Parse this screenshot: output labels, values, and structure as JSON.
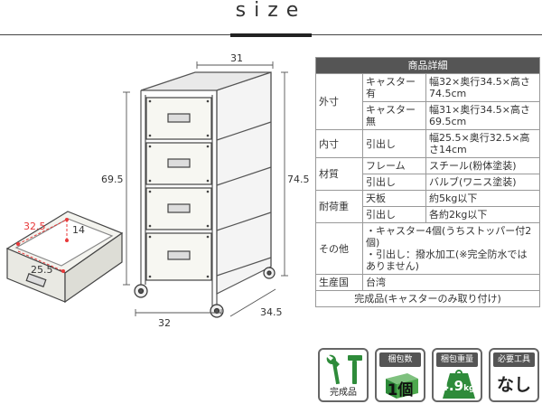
{
  "heading": "size",
  "diagram": {
    "cabinet_labels": {
      "top_width": "31",
      "inner_height": "69.5",
      "outer_height": "74.5",
      "front_width": "32",
      "depth": "34.5"
    },
    "drawer_labels": {
      "length": "32.5",
      "height": "14",
      "width": "25.5"
    },
    "accent_color": "#e8393a"
  },
  "spec_table": {
    "title": "商品詳細",
    "outer_label": "外寸",
    "caster_with": "キャスター有",
    "caster_with_value": "幅32×奥行34.5×高さ74.5cm",
    "caster_without": "キャスター無",
    "caster_without_value": "幅31×奥行34.5×高さ69.5cm",
    "inner_label": "内寸",
    "inner_sub": "引出し",
    "inner_value": "幅25.5×奥行32.5×高さ14cm",
    "material_label": "材質",
    "frame_label": "フレーム",
    "frame_value": "スチール(粉体塗装)",
    "drawer_material_label": "引出し",
    "drawer_material_value": "バルブ(ワニス塗装)",
    "load_label": "耐荷重",
    "top_board_label": "天板",
    "top_board_value": "約5kg以下",
    "drawer_load_label": "引出し",
    "drawer_load_value": "各約2kg以下",
    "other_label": "その他",
    "other_line1": "・キャスター4個(うちストッパー付2個)",
    "other_line2": "・引出し：撥水加工(※完全防水ではありません)",
    "origin_label": "生産国",
    "origin_value": "台湾",
    "assembly_note": "完成品(キャスターのみ取り付け)"
  },
  "badges": {
    "assembly": "完成品",
    "boxes_label": "梱包数",
    "boxes_value": "1個",
    "weight_label": "梱包重量",
    "weight_value": "4.9",
    "weight_unit": "kg",
    "tools_label": "必要工具",
    "tools_value": "なし",
    "icon_color": "#2e8b3a"
  }
}
